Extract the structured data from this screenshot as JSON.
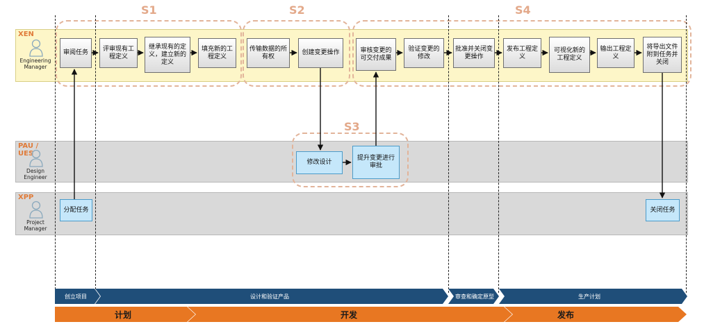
{
  "stages": [
    "S1",
    "S2",
    "S3",
    "S4"
  ],
  "lanes": {
    "xen": {
      "code": "XEN",
      "role_lines": [
        "Engineering",
        "Manager"
      ]
    },
    "pau": {
      "code": "PAU / UES",
      "role_lines": [
        "Design",
        "Engineer"
      ]
    },
    "xpp": {
      "code": "XPP",
      "role_lines": [
        "Project",
        "Manager"
      ]
    }
  },
  "tasks": {
    "review_task": "审阅任务",
    "review_existing": "评审现有工程定义",
    "inherit_define": "继承现有的定义，建立新的定义",
    "fill_new": "填充新的工程定义",
    "transfer_ownership": "传输数据的所有权",
    "create_change": "创建变更操作",
    "audit_change": "审核变更的可交付成果",
    "verify_change": "验证变更的修改",
    "approve_close": "批准并关闭变更操作",
    "release_def": "发布工程定义",
    "visualize_def": "可视化新的工程定义",
    "export_def": "输出工程定义",
    "export_close": "将导出文件附到任务并关闭",
    "modify_design": "修改设计",
    "submit_change": "提升变更进行审批",
    "assign_task": "分配任务",
    "close_task": "关闭任务"
  },
  "timeline": {
    "upper": [
      "创立项目",
      "设计和验证产品",
      "审查和确定原型",
      "生产计划"
    ],
    "lower": [
      "计划",
      "开发",
      "发布"
    ]
  },
  "colors": {
    "lane_xen": "#fdf6c8",
    "lane_gray": "#d9d9d9",
    "task_blue": "#c5e7fa",
    "stage_dash": "#e2b49a",
    "timeline_upper": "#1f4e79",
    "timeline_lower": "#e87722"
  }
}
